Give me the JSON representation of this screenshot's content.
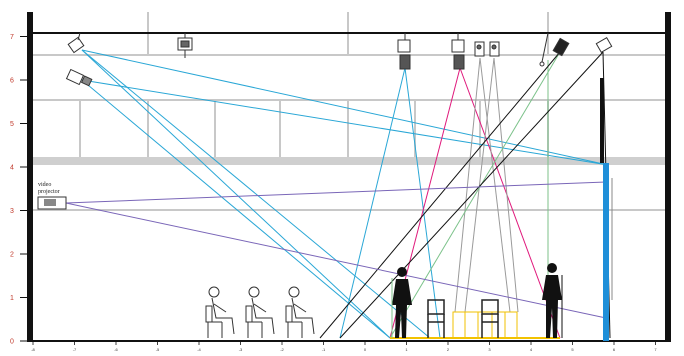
{
  "y_axis": {
    "ticks": [
      "0",
      "1",
      "2",
      "3",
      "4",
      "5",
      "6",
      "7"
    ],
    "color": "#c0392b"
  },
  "x_axis": {
    "ticks": [
      "-8",
      "-7",
      "-6",
      "-5",
      "-4",
      "-3",
      "-2",
      "-1",
      "0",
      "1",
      "2",
      "3",
      "4",
      "5",
      "6",
      "7"
    ]
  },
  "labels": {
    "video_projector_line1": "video",
    "video_projector_line2": "projector"
  },
  "colors": {
    "cyan": "#2aa7d6",
    "magenta": "#e0197c",
    "black": "#111111",
    "green": "#7cc28a",
    "gray": "#9a9a9a",
    "purple": "#7a66b8",
    "yellow": "#f2c200",
    "blue_post": "#1f8fd8",
    "grid": "#c8c8c8",
    "band": "#cfcfcf"
  },
  "icons": {
    "spotlight": "spotlight-icon",
    "projector": "video-projector-icon",
    "audience": "seated-person-icon",
    "performer": "standing-person-icon",
    "chair": "chair-icon"
  }
}
